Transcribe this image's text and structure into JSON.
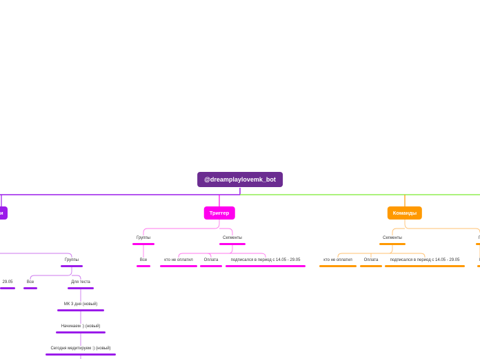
{
  "root": {
    "label": "@dreamplaylovemk_bot"
  },
  "colors": {
    "root": "#6b2c91",
    "left_branch": "#9b1bea",
    "trigger": "#ff00ee",
    "commands": "#ff9900",
    "right_line": "#90ee50"
  },
  "left_branch": {
    "label_tail": "и",
    "partial_date": "29.05",
    "groups": "Группы",
    "all": "Все",
    "for_test": "Для теста",
    "chain": [
      "МК 3 дня (новый)",
      "Начинаем :) (новый)",
      "Сегодня медитируем :) (новый)"
    ]
  },
  "trigger": {
    "label": "Триггер",
    "groups": "Группы",
    "segments": "Сегменты",
    "all": "Все",
    "segment_items": [
      "кто не оплатил",
      "Оплата",
      "подписался в период с 14.05 - 29.05"
    ]
  },
  "commands": {
    "label": "Команды",
    "segments": "Сегменты",
    "groups_partial": "Гр",
    "segment_items": [
      "кто не оплатил",
      "Оплата",
      "подписался в период с 14.05 - 29.05"
    ],
    "partial_letter": "В"
  }
}
